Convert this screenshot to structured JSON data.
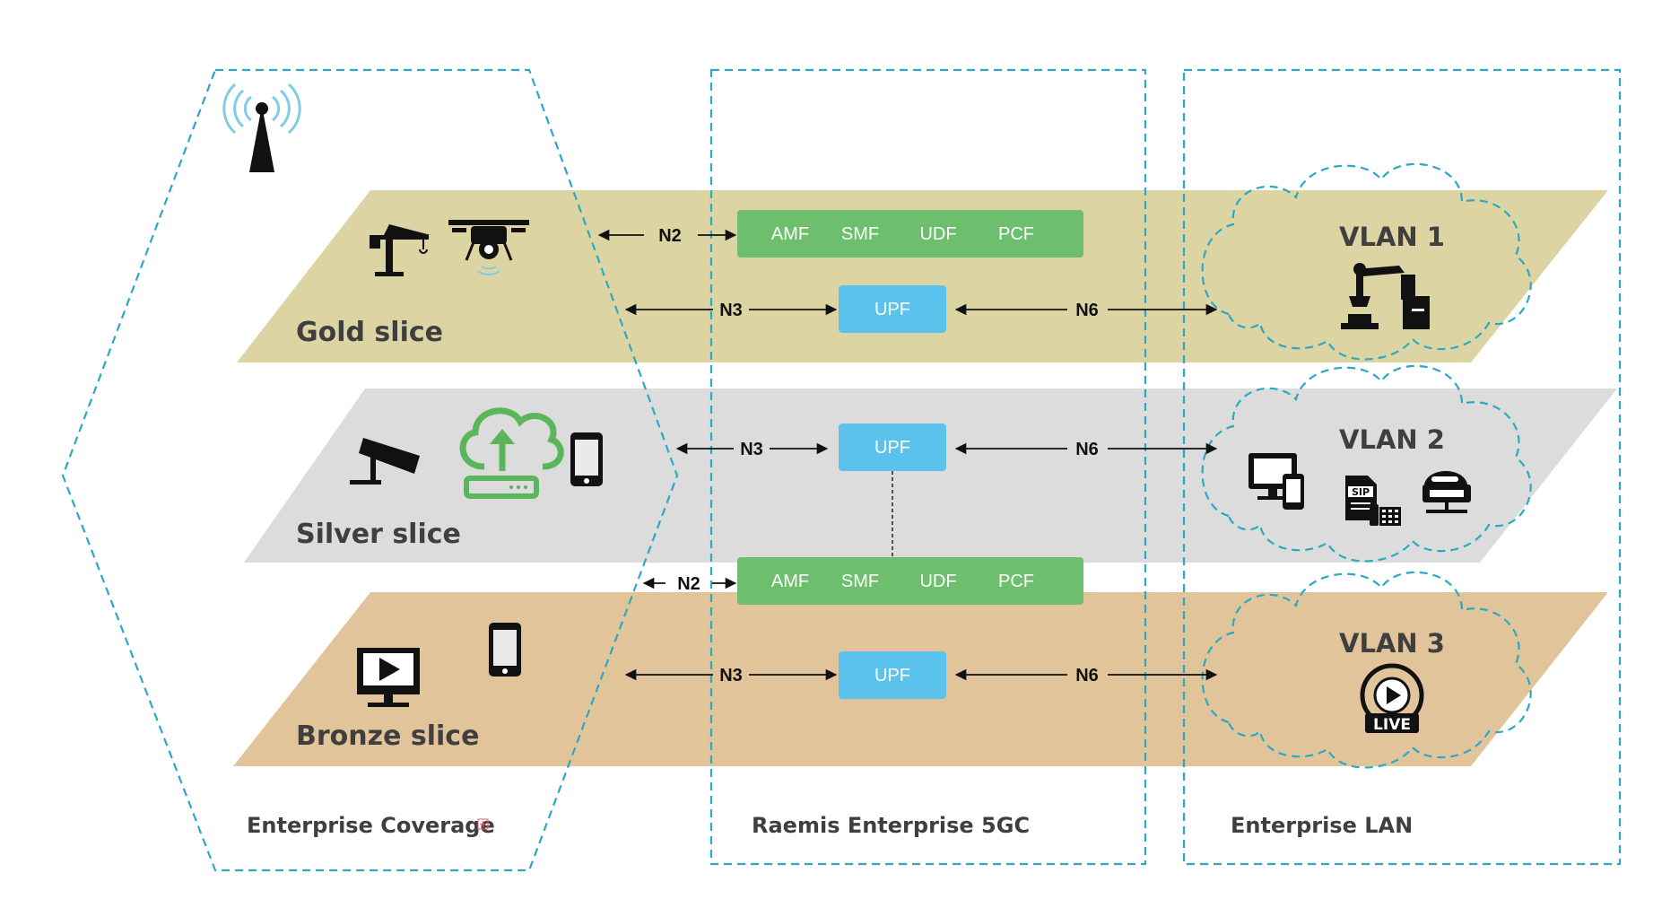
{
  "regions": {
    "coverage": "Enterprise Coverage",
    "core": "Raemis Enterprise 5GC",
    "lan": "Enterprise LAN"
  },
  "slices": {
    "gold": "Gold slice",
    "silver": "Silver slice",
    "bronze": "Bronze slice"
  },
  "control_plane": [
    "AMF",
    "SMF",
    "UDF",
    "PCF"
  ],
  "upf_label": "UPF",
  "interfaces": {
    "n2": "N2",
    "n3": "N3",
    "n6": "N6"
  },
  "vlans": [
    "VLAN 1",
    "VLAN 2",
    "VLAN 3"
  ],
  "badges": {
    "sip": "SIP",
    "live": "LIVE"
  },
  "icons": {
    "coverage": [
      "antenna-icon"
    ],
    "gold": [
      "crane-icon",
      "drone-icon"
    ],
    "silver": [
      "cctv-camera-icon",
      "cloud-upload-router-icon",
      "smartphone-icon"
    ],
    "bronze": [
      "video-monitor-icon",
      "smartphone-icon"
    ],
    "vlan1": [
      "robotic-arm-icon",
      "server-tower-icon"
    ],
    "vlan2": [
      "desktop-phone-icon",
      "sip-phone-icon",
      "voip-phone-icon"
    ],
    "vlan3": [
      "live-stream-icon"
    ]
  },
  "colors": {
    "gold": "#ddd4a4",
    "silver": "#dcdcdc",
    "bronze": "#e2c49a",
    "control_plane": "#6dbf6d",
    "upf": "#5bc2ee",
    "boundary": "#2aa9c4",
    "wifi": "#7fcde3",
    "cloud_icon": "#5bb65b"
  }
}
